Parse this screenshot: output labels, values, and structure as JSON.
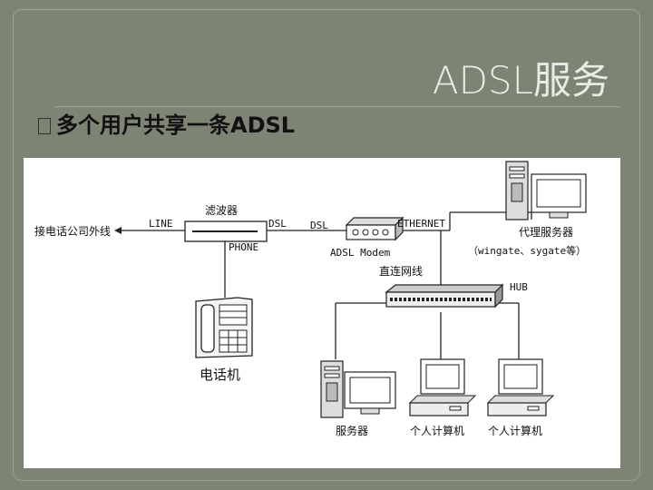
{
  "slide": {
    "title": "ADSL服务",
    "bullet": "多个用户共享一条ADSL"
  },
  "diagram": {
    "labels": {
      "outside_line": "接电话公司外线",
      "line": "LINE",
      "filter": "滤波器",
      "dsl1": "DSL",
      "dsl2": "DSL",
      "phone_port": "PHONE",
      "modem": "ADSL Modem",
      "ethernet": "ETHERNET",
      "direct_network": "直连网线",
      "proxy_server": "代理服务器",
      "proxy_examples": "（wingate、sygate等）",
      "hub": "HUB",
      "telephone": "电话机",
      "server": "服务器",
      "pc1": "个人计算机",
      "pc2": "个人计算机"
    }
  }
}
